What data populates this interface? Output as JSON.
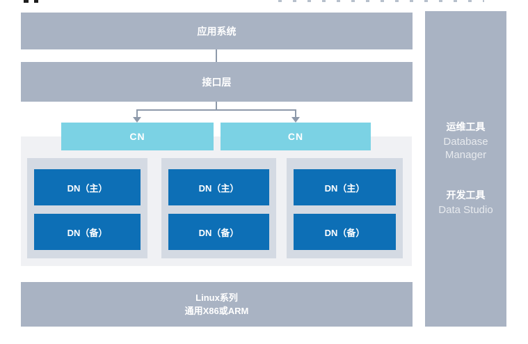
{
  "diagram": {
    "app_layer": {
      "label": "应用系统"
    },
    "interface_layer": {
      "label": "接口层"
    },
    "cn_nodes": [
      {
        "label": "CN"
      },
      {
        "label": "CN"
      }
    ],
    "shards": [
      {
        "primary": "DN（主）",
        "standby": "DN（备）"
      },
      {
        "primary": "DN（主）",
        "standby": "DN（备）"
      },
      {
        "primary": "DN（主）",
        "standby": "DN（备）"
      }
    ],
    "os_layer": {
      "line1": "Linux系列",
      "line2": "通用X86或ARM"
    },
    "sidebar": {
      "tools": [
        {
          "title": "运维工具",
          "subtitle": "Database Manager"
        },
        {
          "title": "开发工具",
          "subtitle": "Data Studio"
        }
      ]
    },
    "colors": {
      "layer_bar": "#a9b3c3",
      "cn_box": "#7bd2e4",
      "dn_box": "#0d6fb6",
      "shard_column": "#d4dae3",
      "cluster_background": "#f0f1f4",
      "connector": "#8d99aa",
      "text_on_bars": "#ffffff"
    }
  }
}
